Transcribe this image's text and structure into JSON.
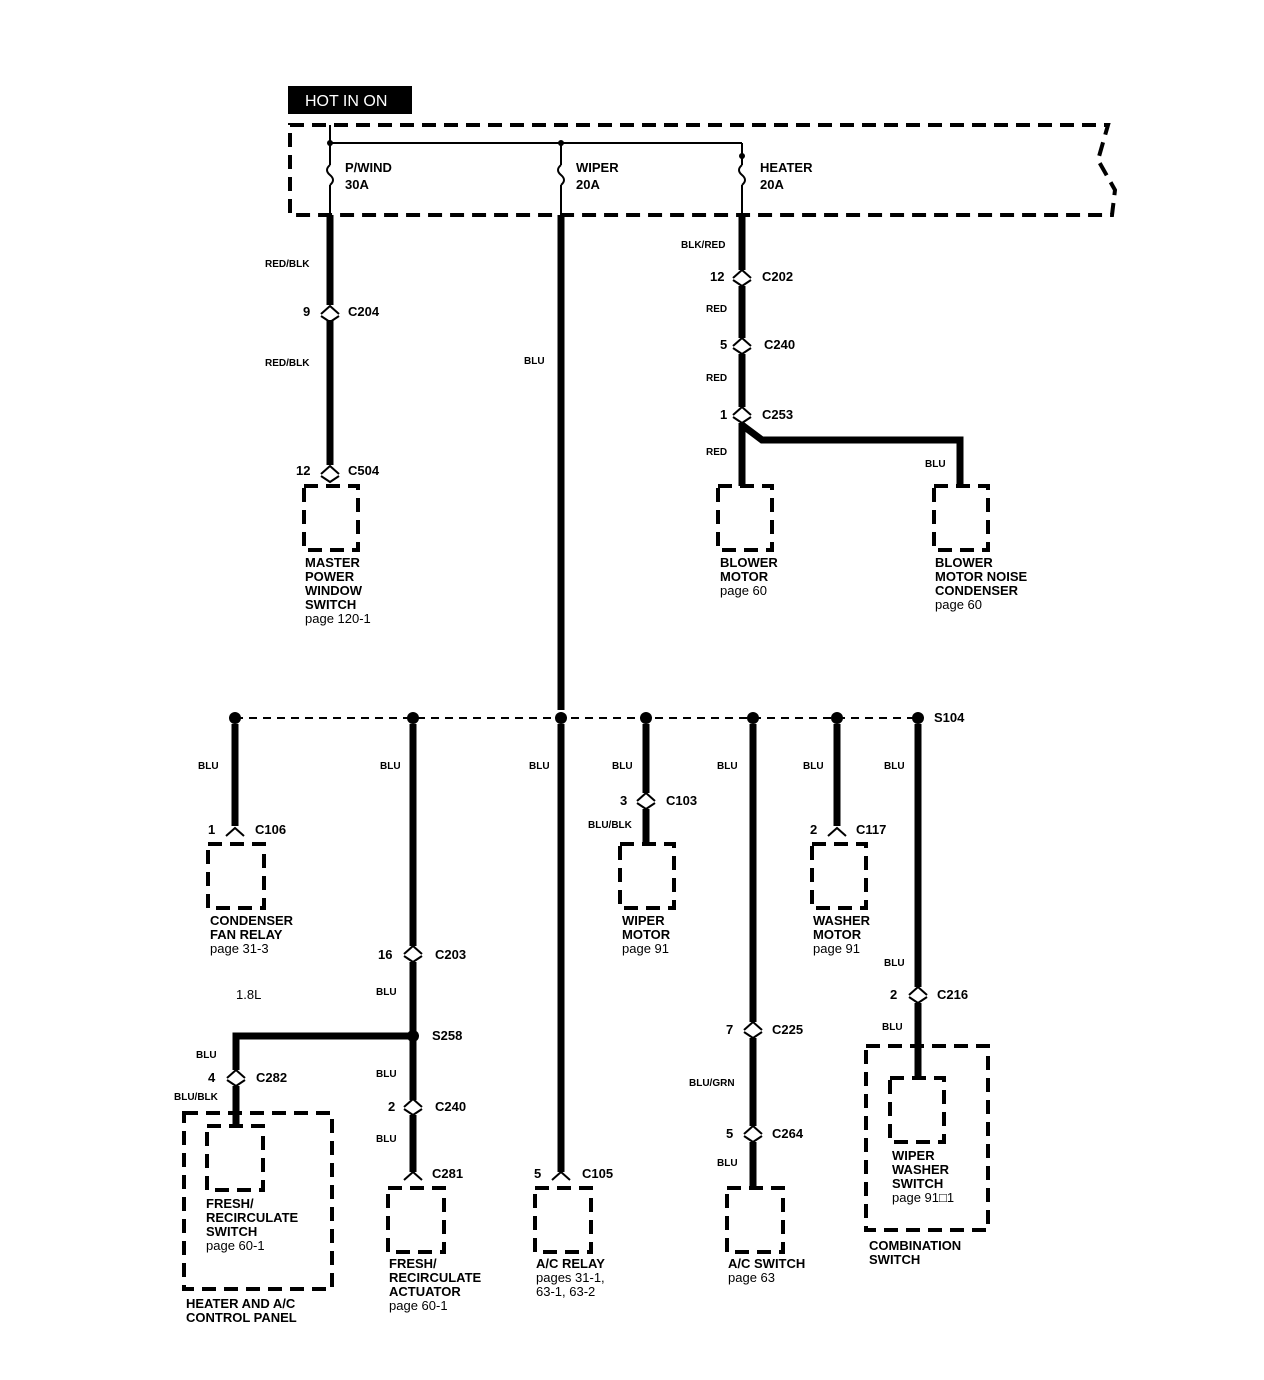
{
  "header": {
    "hot_label": "HOT IN ON"
  },
  "fuses": {
    "pwind": {
      "name": "P/WIND",
      "rating": "30A"
    },
    "wiper": {
      "name": "WIPER",
      "rating": "20A"
    },
    "heater": {
      "name": "HEATER",
      "rating": "20A"
    }
  },
  "wires": {
    "red_blk_1": "RED/BLK",
    "red_blk_2": "RED/BLK",
    "blu_main": "BLU",
    "blk_red": "BLK/RED",
    "red_1": "RED",
    "red_2": "RED",
    "red_3": "RED",
    "blu_condenser": "BLU",
    "blu_cond_relay": "BLU",
    "blu_actuator_top": "BLU",
    "blu_203": "BLU",
    "blu_258": "BLU",
    "blu_240b": "BLU",
    "blu_acrelay": "BLU",
    "blu_wiper": "BLU",
    "blu_blk_wiper": "BLU/BLK",
    "blu_acswitch": "BLU",
    "blu_grn": "BLU/GRN",
    "blu_264": "BLU",
    "blu_washer": "BLU",
    "blu_comb_1": "BLU",
    "blu_comb_2": "BLU",
    "blu_comb_3": "BLU",
    "blu_282": "BLU",
    "blu_blk_282": "BLU/BLK"
  },
  "connectors": {
    "c204": {
      "id": "C204",
      "pin": "9"
    },
    "c504": {
      "id": "C504",
      "pin": "12"
    },
    "c202": {
      "id": "C202",
      "pin": "12"
    },
    "c240a": {
      "id": "C240",
      "pin": "5"
    },
    "c253": {
      "id": "C253",
      "pin": "1"
    },
    "c106": {
      "id": "C106",
      "pin": "1"
    },
    "c103": {
      "id": "C103",
      "pin": "3"
    },
    "c117": {
      "id": "C117",
      "pin": "2"
    },
    "c203": {
      "id": "C203",
      "pin": "16"
    },
    "c216": {
      "id": "C216",
      "pin": "2"
    },
    "c225": {
      "id": "C225",
      "pin": "7"
    },
    "c282": {
      "id": "C282",
      "pin": "4"
    },
    "c240b": {
      "id": "C240",
      "pin": "2"
    },
    "c264": {
      "id": "C264",
      "pin": "5"
    },
    "c281": {
      "id": "C281"
    },
    "c105": {
      "id": "C105",
      "pin": "5"
    }
  },
  "splices": {
    "s104": "S104",
    "s258": "S258"
  },
  "notes": {
    "engine": "1.8L"
  },
  "components": {
    "master_window": {
      "l1": "MASTER",
      "l2": "POWER",
      "l3": "WINDOW",
      "l4": "SWITCH",
      "page": "page 120-1"
    },
    "blower_motor": {
      "l1": "BLOWER",
      "l2": "MOTOR",
      "page": "page 60"
    },
    "blower_condenser": {
      "l1": "BLOWER",
      "l2": "MOTOR NOISE",
      "l3": "CONDENSER",
      "page": "page 60"
    },
    "condenser_relay": {
      "l1": "CONDENSER",
      "l2": "FAN RELAY",
      "page": "page 31-3"
    },
    "wiper_motor": {
      "l1": "WIPER",
      "l2": "MOTOR",
      "page": "page 91"
    },
    "washer_motor": {
      "l1": "WASHER",
      "l2": "MOTOR",
      "page": "page 91"
    },
    "fresh_switch": {
      "l1": "FRESH/",
      "l2": "RECIRCULATE",
      "l3": "SWITCH",
      "page": "page 60-1"
    },
    "heater_panel": {
      "l1": "HEATER AND A/C",
      "l2": "CONTROL PANEL"
    },
    "fresh_actuator": {
      "l1": "FRESH/",
      "l2": "RECIRCULATE",
      "l3": "ACTUATOR",
      "page": "page 60-1"
    },
    "ac_relay": {
      "l1": "A/C RELAY",
      "page1": "pages 31-1,",
      "page2": "63-1, 63-2"
    },
    "ac_switch": {
      "l1": "A/C SWITCH",
      "page": "page 63"
    },
    "wiper_washer": {
      "l1": "WIPER",
      "l2": "WASHER",
      "l3": "SWITCH",
      "page": "page 91□1"
    },
    "combination": {
      "l1": "COMBINATION",
      "l2": "SWITCH"
    }
  }
}
